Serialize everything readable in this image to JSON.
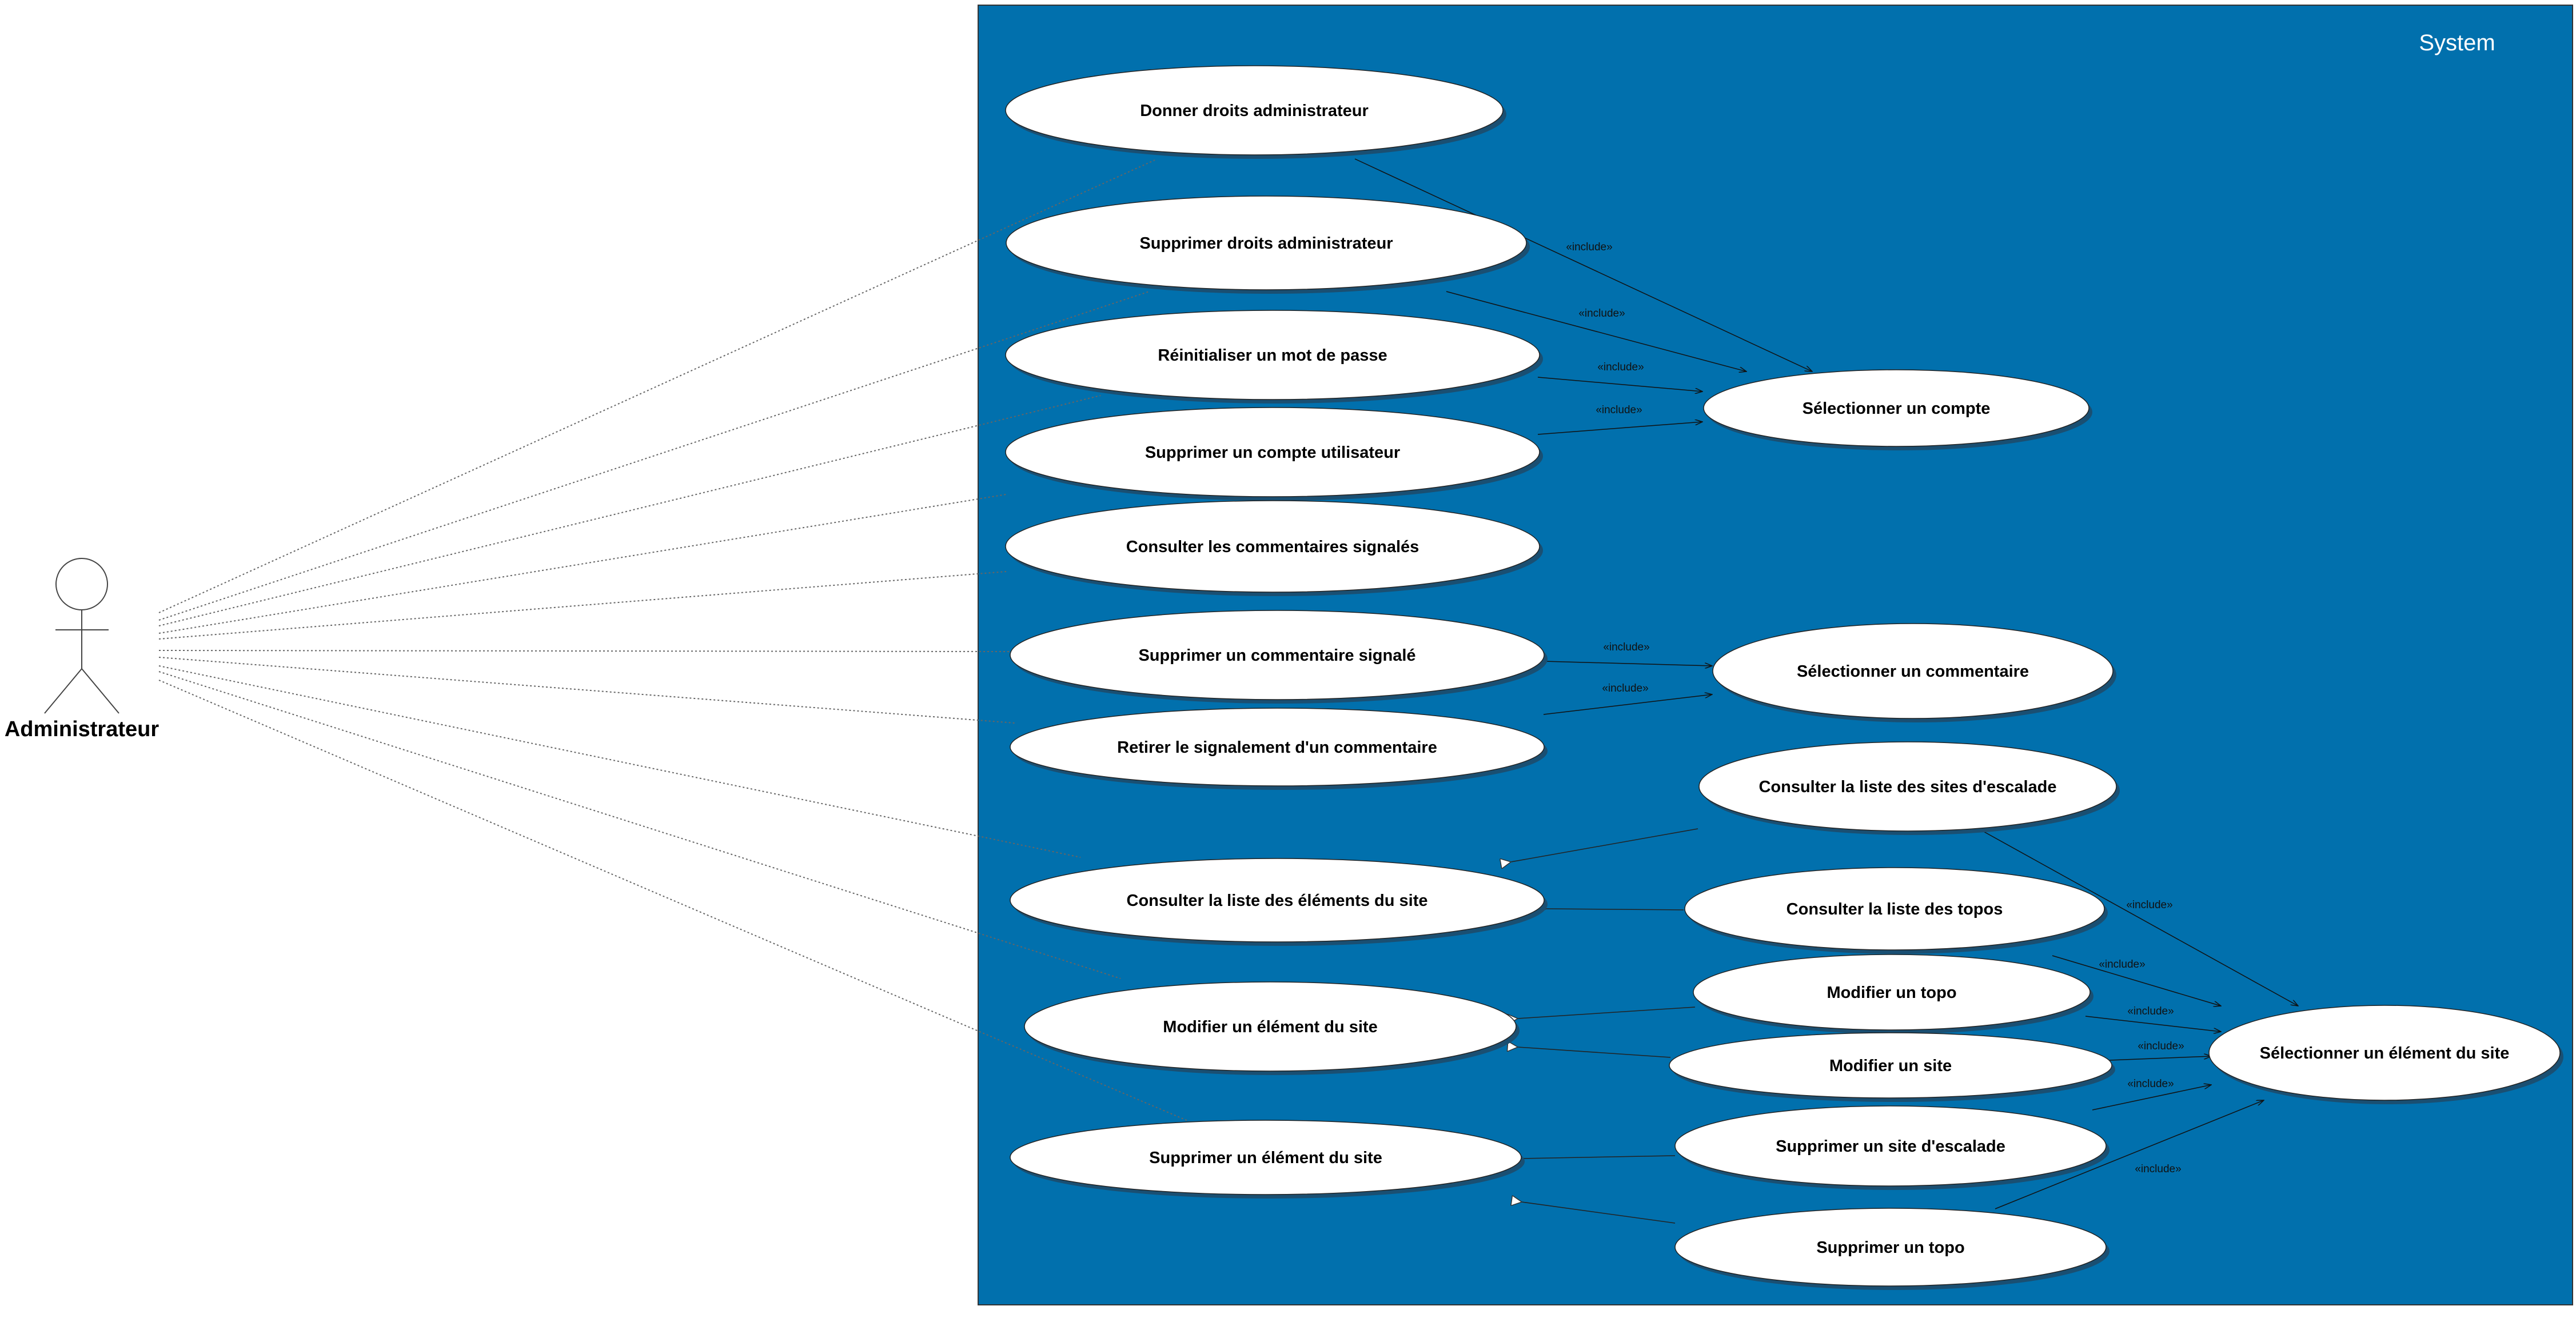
{
  "system": {
    "label": "System",
    "fill": "#0170AD"
  },
  "actor": {
    "label": "Administrateur"
  },
  "use_cases": [
    {
      "id": "donner-droits",
      "label": "Donner droits administrateur"
    },
    {
      "id": "supprimer-droits",
      "label": "Supprimer droits administrateur"
    },
    {
      "id": "reinitialiser-mdp",
      "label": "Réinitialiser un mot de passe"
    },
    {
      "id": "supprimer-compte",
      "label": "Supprimer un compte utilisateur"
    },
    {
      "id": "consulter-commentaires",
      "label": "Consulter les commentaires signalés"
    },
    {
      "id": "supprimer-commentaire",
      "label": "Supprimer un commentaire signalé"
    },
    {
      "id": "retirer-signalement",
      "label": "Retirer le signalement d'un commentaire"
    },
    {
      "id": "consulter-elements",
      "label": "Consulter la liste des éléments du site"
    },
    {
      "id": "modifier-element",
      "label": "Modifier un élément du site"
    },
    {
      "id": "supprimer-element",
      "label": "Supprimer un élément du site"
    },
    {
      "id": "selectionner-compte",
      "label": "Sélectionner un compte"
    },
    {
      "id": "selectionner-commentaire",
      "label": "Sélectionner un commentaire"
    },
    {
      "id": "consulter-sites",
      "label": "Consulter la liste des sites d'escalade"
    },
    {
      "id": "consulter-topos",
      "label": "Consulter la liste des topos"
    },
    {
      "id": "modifier-topo",
      "label": "Modifier un topo"
    },
    {
      "id": "modifier-site",
      "label": "Modifier un site"
    },
    {
      "id": "supprimer-site",
      "label": "Supprimer un site d'escalade"
    },
    {
      "id": "supprimer-topo",
      "label": "Supprimer un topo"
    },
    {
      "id": "selectionner-element",
      "label": "Sélectionner un élément du site"
    }
  ],
  "include_label": "«include»"
}
